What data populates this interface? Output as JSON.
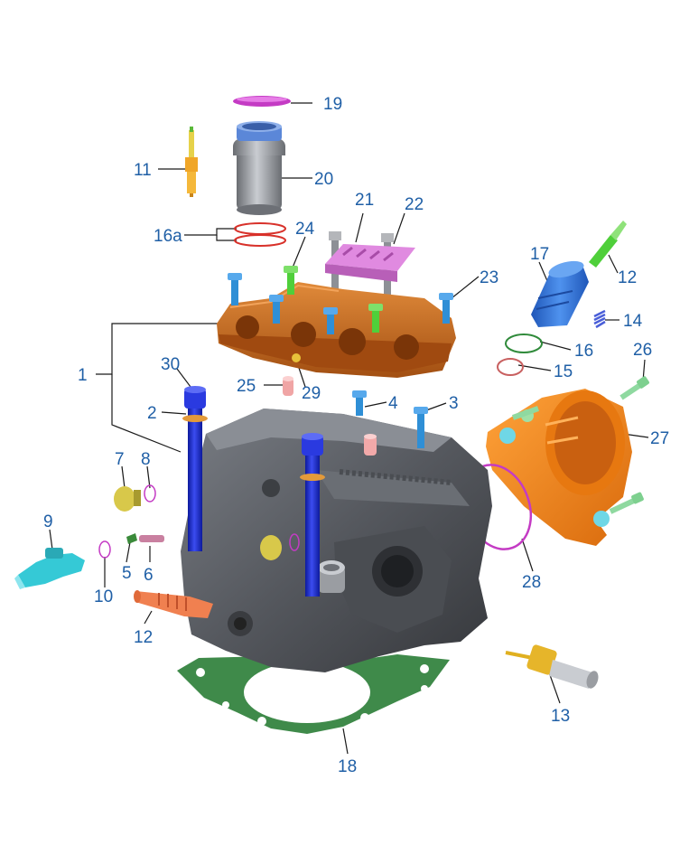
{
  "callouts": {
    "c1": "1",
    "c2": "2",
    "c3": "3",
    "c4": "4",
    "c5": "5",
    "c6": "6",
    "c7": "7",
    "c8": "8",
    "c9": "9",
    "c10": "10",
    "c11": "11",
    "c12a": "12",
    "c12b": "12",
    "c13": "13",
    "c14": "14",
    "c15": "15",
    "c16": "16",
    "c16a": "16a",
    "c17": "17",
    "c18": "18",
    "c19": "19",
    "c20": "20",
    "c21": "21",
    "c22": "22",
    "c23": "23",
    "c24": "24",
    "c25": "25",
    "c26": "26",
    "c27": "27",
    "c28": "28",
    "c29": "29",
    "c30": "30"
  },
  "colors": {
    "label": "#1f5fa6",
    "cylinder_head": "#55585e",
    "cam_carrier": "#c9651c",
    "thermostat_housing": "#f08a1e",
    "head_gasket": "#3f8a4a",
    "head_bolts": "#1c2fd0",
    "small_bolts": "#2f8fd6",
    "spark_plug_tube": "#2d6fd6",
    "magenta_o_ring": "#c43bc4",
    "pink_bracket": "#e08ae0",
    "green_parts": "#4fcf3a",
    "sensor_cyan": "#35c9d6"
  }
}
